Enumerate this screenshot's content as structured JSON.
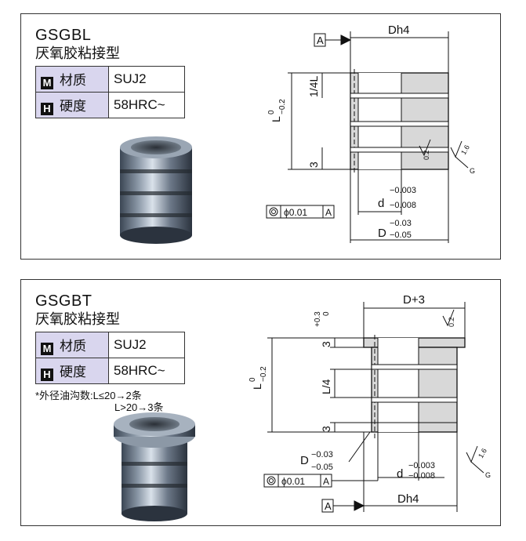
{
  "gsgbl": {
    "title": "GSGBL",
    "subtitle": "厌氧胶粘接型",
    "spec": [
      {
        "badge": "M",
        "key": "材质",
        "value": "SUJ2"
      },
      {
        "badge": "H",
        "key": "硬度",
        "value": "58HRC~"
      }
    ],
    "drawing": {
      "datum": "A",
      "dim_top": "Dh4",
      "dim_L": "L",
      "tol_L_upper": "0",
      "tol_L_lower": "−0.2",
      "dim_quarter": "1/4L",
      "dim_three": "3",
      "rough1": "0.2",
      "rough2": "1.6",
      "rough_g": "G",
      "concentricity": "ϕ0.01",
      "conc_datum": "A",
      "dim_d": "d",
      "d_upper": "−0.003",
      "d_lower": "−0.008",
      "dim_D": "D",
      "D_upper": "−0.03",
      "D_lower": "−0.05"
    }
  },
  "gsgbt": {
    "title": "GSGBT",
    "subtitle": "厌氧胶粘接型",
    "spec": [
      {
        "badge": "M",
        "key": "材质",
        "value": "SUJ2"
      },
      {
        "badge": "H",
        "key": "硬度",
        "value": "58HRC~"
      }
    ],
    "note_line1": "*外径油沟数:L≤20→2条",
    "note_line2": "L>20→3条",
    "drawing": {
      "dim_top": "D+3",
      "tol3_upper": "+0.3",
      "tol3_lower": "0",
      "dim_three_top": "3",
      "rough1": "0.2",
      "dim_L": "L",
      "tol_L_upper": "0",
      "tol_L_lower": "−0.2",
      "dim_quarter": "L/4",
      "dim_three": "3",
      "dim_D": "D",
      "D_upper": "−0.03",
      "D_lower": "−0.05",
      "dim_d": "d",
      "d_upper": "−0.003",
      "d_lower": "−0.008",
      "rough2": "1.6",
      "rough_g": "G",
      "concentricity": "ϕ0.01",
      "conc_datum": "A",
      "datum": "A",
      "dim_bottom": "Dh4"
    }
  }
}
